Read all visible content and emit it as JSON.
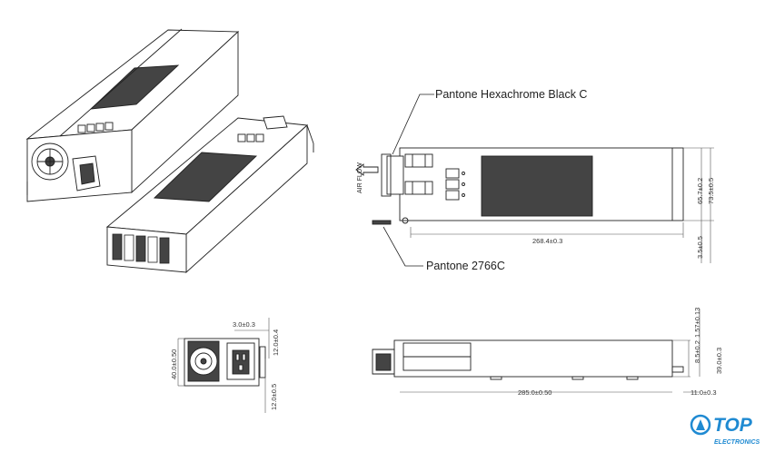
{
  "callouts": {
    "top": "Pantone  Hexachrome Black C",
    "bottom": "Pantone  2766C"
  },
  "airflow": "AIR FLOW",
  "dimensions": {
    "length_top": "268.4±0.3",
    "height_a": "65.7±0.2",
    "height_b": "73.5±0.5",
    "offset": "3.5±0.5",
    "front_top": "3.0±0.3",
    "front_top_side": "12.0±0.4",
    "front_width": "40.0±0.50",
    "front_bottom": "12.0±0.5",
    "side_top": "1.57±0.13",
    "side_mid": "8.5±0.2",
    "side_height": "39.0±0.3",
    "length_side": "285.0±0.50",
    "tail": "11.0±0.3"
  },
  "logo": {
    "main": "TOP",
    "sub": "ELECTRONICS",
    "color": "#1f8ad2"
  },
  "colors": {
    "line": "#222222",
    "fill_dark": "#444444"
  }
}
